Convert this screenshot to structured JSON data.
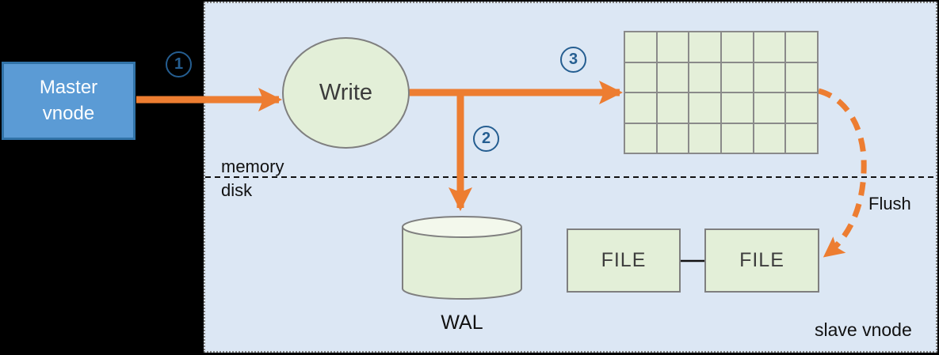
{
  "master_node": {
    "label": "Master vnode"
  },
  "write_node": {
    "label": "Write"
  },
  "steps": {
    "step1": "1",
    "step2": "2",
    "step3": "3"
  },
  "separator": {
    "above_label": "memory",
    "below_label": "disk"
  },
  "mem_table": {
    "rows": 4,
    "cols": 6
  },
  "wal": {
    "label": "WAL"
  },
  "files": {
    "file1": "FILE",
    "file2": "FILE"
  },
  "flush": {
    "label": "Flush"
  },
  "slave_panel": {
    "label": "slave vnode"
  },
  "colors": {
    "background": "#000000",
    "panel_fill": "#dce7f4",
    "panel_border": "#7f7f7f",
    "master_fill": "#5b9bd5",
    "master_border": "#3173a8",
    "node_green_fill": "#e3efd8",
    "node_border_gray": "#7f7f7f",
    "arrow_orange": "#ed7d31",
    "step_circle_blue": "#255e91",
    "separator_black": "#111111"
  }
}
